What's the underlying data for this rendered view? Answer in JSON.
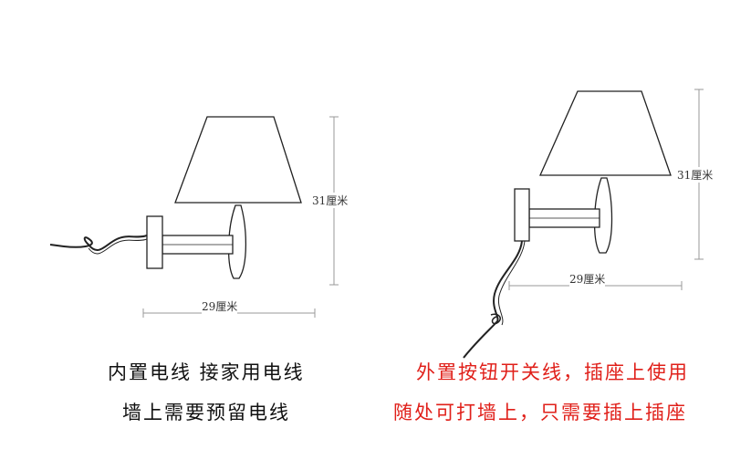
{
  "left_lamp": {
    "height_label": "31厘米",
    "width_label": "29厘米",
    "caption_line1": "内置电线  接家用电线",
    "caption_line2": "墙上需要预留电线"
  },
  "right_lamp": {
    "height_label": "31厘米",
    "width_label": "29厘米",
    "caption_line1": "外置按钮开关线，插座上使用",
    "caption_line2": "随处可打墙上，只需要插上插座"
  },
  "colors": {
    "line": "#222222",
    "dimension_line": "#999999",
    "caption_black": "#111111",
    "caption_red": "#e0201a"
  }
}
